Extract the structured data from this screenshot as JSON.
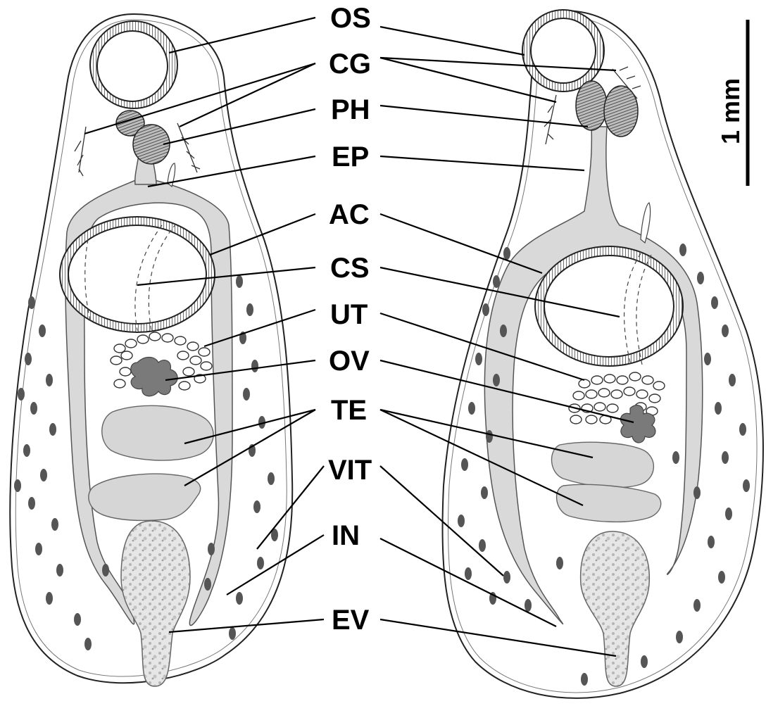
{
  "labels": {
    "os": "OS",
    "cg": "CG",
    "ph": "PH",
    "ep": "EP",
    "ac": "AC",
    "cs": "CS",
    "ut": "UT",
    "ov": "OV",
    "te": "TE",
    "vit": "VIT",
    "in": "IN",
    "ev": "EV"
  },
  "scale_bar": {
    "label": "1 mm"
  }
}
